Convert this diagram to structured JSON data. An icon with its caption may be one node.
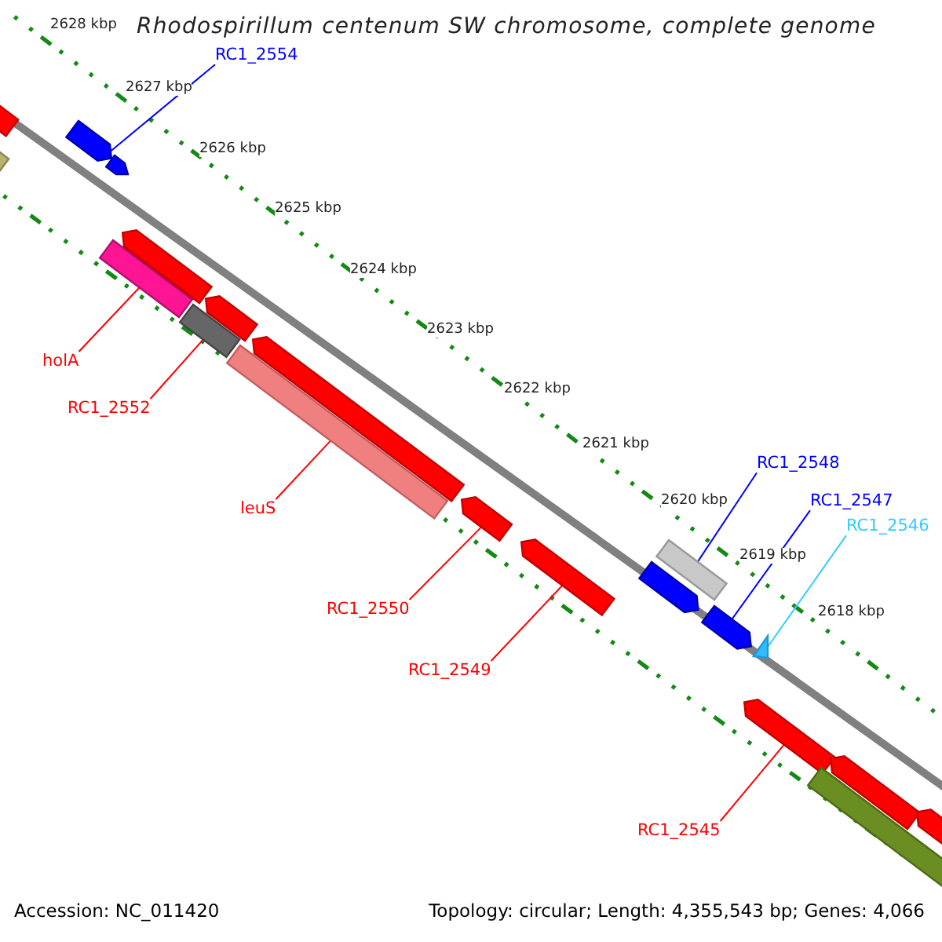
{
  "diagram": {
    "title": "Rhodospirillum centenum SW chromosome, complete genome",
    "nodes": [
      {
        "text": [
          "RC1_2554"
        ]
      },
      {
        "text": [],
        "shape": "bar"
      },
      {
        "text": [
          "holA"
        ]
      },
      {
        "text": [],
        "shape": "bar"
      },
      {
        "text": [
          "RC1_2552"
        ]
      },
      {
        "text": [],
        "shape": "bar"
      },
      {
        "text": [
          "leuS"
        ]
      },
      {
        "text": [],
        "shape": "bar"
      },
      {
        "text": [
          "RC1_2550"
        ]
      },
      {
        "text": [],
        "shape": "bar"
      },
      {
        "text": [
          "RC1_2549"
        ]
      },
      {
        "text": [],
        "shape": "bar"
      },
      {
        "text": [
          "RC1_2548"
        ]
      },
      {
        "text": [],
        "shape": "bar"
      },
      {
        "text": [
          "RC1_2547"
        ]
      },
      {
        "text": [],
        "shape": "bar"
      },
      {
        "text": [
          "RC1_2546"
        ]
      },
      {
        "text": [],
        "shape": "bar"
      },
      {
        "text": [
          "RC1_2545"
        ]
      },
      {
        "text": [],
        "shape": "bar"
      },
      {
        "text": [],
        "shape": "bar"
      },
      {
        "text": [],
        "shape": "bar"
      },
      {
        "text": [],
        "shape": "bar"
      },
      {
        "text": [],
        "shape": "bar"
      },
      {
        "text": [],
        "shape": "bar"
      },
      {
        "text": [],
        "shape": "bar"
      },
      {
        "text": [],
        "shape": "bar"
      },
      {
        "text": [],
        "shape": "bar"
      },
      {
        "text": [],
        "shape": "bar"
      },
      {
        "text": [],
        "shape": "bar"
      }
    ],
    "edges": [
      {
        "from": 0,
        "to": 1,
        "arrow": "none",
        "color": "#0000ff"
      },
      {
        "from": 2,
        "to": 3,
        "arrow": "none"
      },
      {
        "from": 4,
        "to": 5,
        "arrow": "none"
      },
      {
        "from": 6,
        "to": 7,
        "arrow": "none"
      },
      {
        "from": 8,
        "to": 9,
        "arrow": "none"
      },
      {
        "from": 10,
        "to": 11,
        "arrow": "none"
      },
      {
        "from": 12,
        "to": 13,
        "arrow": "none",
        "color": "#0000ff"
      },
      {
        "from": 14,
        "to": 15,
        "arrow": "none",
        "color": "#0000ff"
      },
      {
        "from": 16,
        "to": 17,
        "arrow": "none",
        "color": "#33ccff"
      },
      {
        "from": 18,
        "to": 19,
        "arrow": "none"
      }
    ],
    "labels": [
      "2628 kbp",
      "2627 kbp",
      "2626 kbp",
      "2625 kbp",
      "2624 kbp",
      "2623 kbp",
      "2622 kbp",
      "2621 kbp",
      "2620 kbp",
      "2619 kbp",
      "2618 kbp",
      "Accession: NC_011420",
      "Topology: circular; Length: 4,355,543 bp; Genes: 4,066"
    ]
  }
}
